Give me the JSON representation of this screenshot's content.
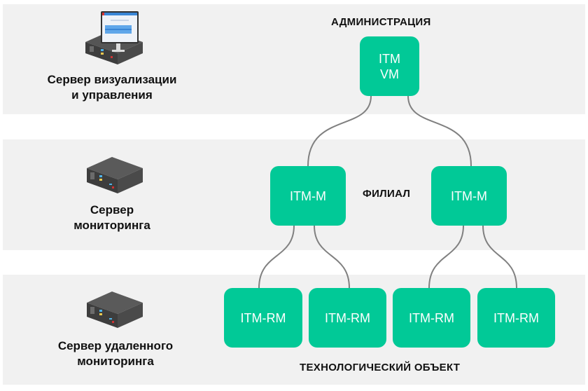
{
  "colors": {
    "node": "#01c997",
    "band": "#f1f1f1",
    "link": "#808080"
  },
  "rows": [
    {
      "icon": "monitor-server-icon",
      "label_lines": [
        "Сервер визуализации",
        "и управления"
      ],
      "tier": "АДМИНИСТРАЦИЯ"
    },
    {
      "icon": "server-icon",
      "label_lines": [
        "Сервер",
        "мониторинга"
      ],
      "tier": "ФИЛИАЛ"
    },
    {
      "icon": "server-icon",
      "label_lines": [
        "Сервер удаленного",
        "мониторинга"
      ],
      "tier": "ТЕХНОЛОГИЧЕСКИЙ ОБЪЕКТ"
    }
  ],
  "nodes": {
    "vm": {
      "lines": [
        "ITM",
        "VM"
      ]
    },
    "m": [
      "ITM-M",
      "ITM-M"
    ],
    "rm": [
      "ITM-RM",
      "ITM-RM",
      "ITM-RM",
      "ITM-RM"
    ]
  },
  "edges": [
    [
      "vm",
      "m0"
    ],
    [
      "vm",
      "m1"
    ],
    [
      "m0",
      "rm0"
    ],
    [
      "m0",
      "rm1"
    ],
    [
      "m1",
      "rm2"
    ],
    [
      "m1",
      "rm3"
    ]
  ]
}
